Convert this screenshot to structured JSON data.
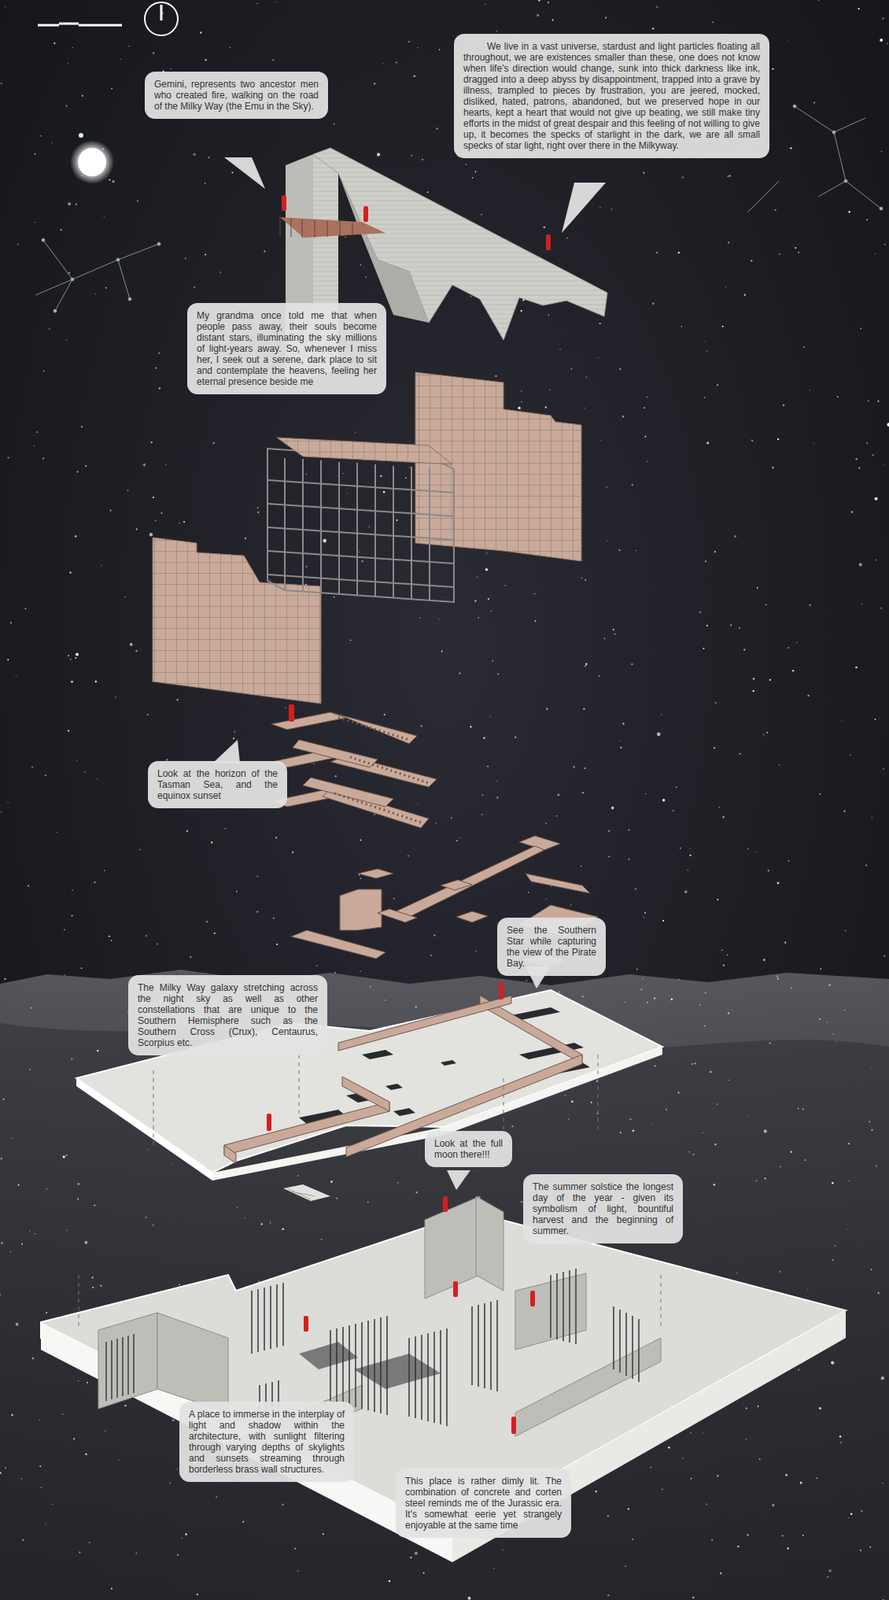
{
  "diagram": {
    "nodes": [
      {
        "text": [
          "Gemini, represents two ancestor men who created fire, walking on the road of the Milky Way (the Emu in the Sky)."
        ]
      },
      {
        "text": [
          "We live in a vast universe, stardust and light particles floating all throughout, we are existences smaller than these, one does not know when life’s direction would change, sunk into thick darkness like ink, dragged into a deep abyss by disappointment, trapped into a grave by illness, trampled to pieces by frustration, you are jeered, mocked, disliked, hated, patrons, abandoned, but we preserved hope in our hearts, kept a heart that would not give up beating, we still make tiny efforts in the midst of great despair and this feeling of not willing to give up, it becomes the specks of starlight in the dark, we are all small specks of star light, right over there in the Milkyway."
        ]
      },
      {
        "text": [
          "My grandma once told me that when people pass away, their souls become distant stars, illuminating the sky millions of light-years away. So, whenever I miss her, I seek out a serene, dark place to sit and contemplate the heavens, feeling her eternal presence beside me"
        ]
      },
      {
        "text": [
          "Look at the horizon of the Tasman Sea, and the equinox sunset"
        ]
      },
      {
        "text": [
          "See the Southern Star while capturing the view of the Pirate Bay."
        ]
      },
      {
        "text": [
          "The Milky Way galaxy stretching across the night sky as well as other constellations that are unique to the Southern Hemisphere such as the Southern Cross (Crux), Centaurus, Scorpius etc."
        ]
      },
      {
        "text": [
          "Look at the full moon there!!!"
        ]
      },
      {
        "text": [
          "The summer solstice the longest day of the year - given its symbolism of light, bountiful harvest and the beginning of summer."
        ]
      },
      {
        "text": [
          "A place to immerse in the interplay of light and shadow within the architecture, with sunlight filtering through varying depths of skylights and sunsets streaming through borderless brass wall structures."
        ]
      },
      {
        "text": [
          "This place is rather dimly lit. The combination of concrete and corten steel reminds me of the Jurassic era. It's somewhat eerie yet strangely enjoyable at the same time"
        ]
      }
    ]
  }
}
